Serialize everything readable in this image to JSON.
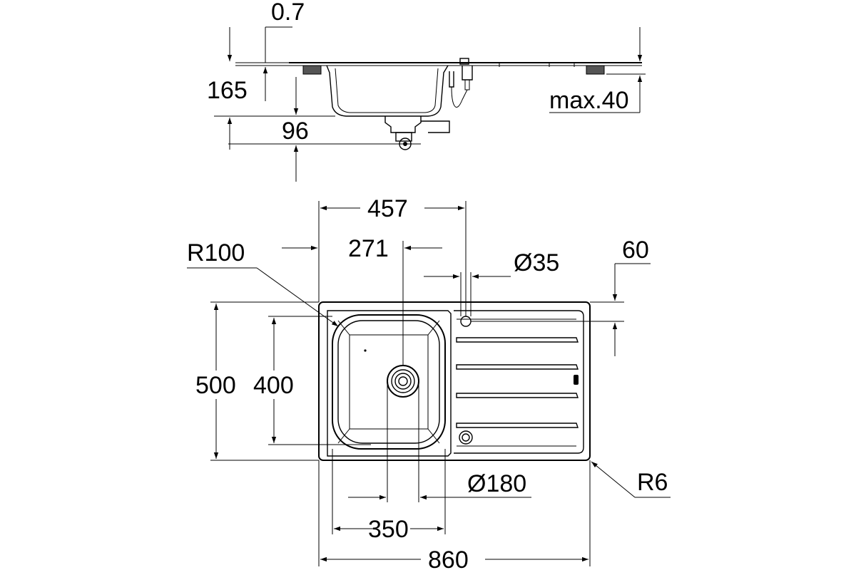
{
  "dimensions": {
    "thickness": "0.7",
    "height_total": "165",
    "drain_depth": "96",
    "max_worktop": "max.40",
    "tap_offset": "457",
    "drain_offset": "271",
    "corner_radius_bowl": "R100",
    "tap_hole": "Ø35",
    "tap_edge": "60",
    "depth_outer": "500",
    "depth_bowl": "400",
    "drain_dia": "Ø180",
    "corner_radius_outer": "R6",
    "bowl_width": "350",
    "width_total": "860"
  },
  "colors": {
    "line": "#000000",
    "background": "#ffffff"
  }
}
